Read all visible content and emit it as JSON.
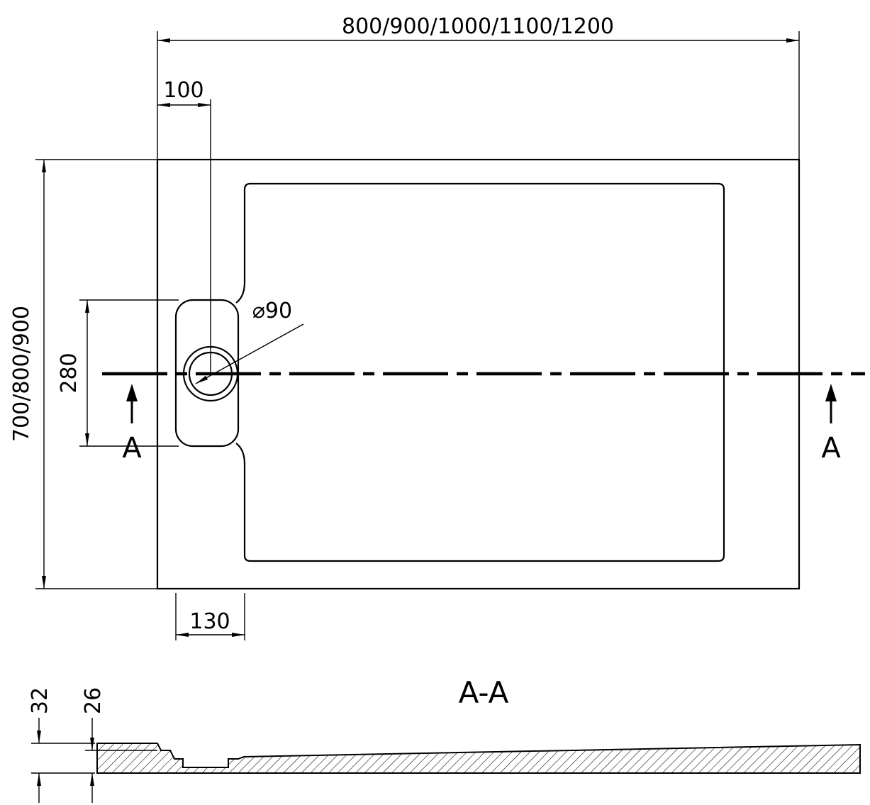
{
  "colors": {
    "ink": "#000000",
    "paper": "#ffffff"
  },
  "top_view": {
    "width_dim": "800/900/1000/1100/1200",
    "drain_offset_dim": "100",
    "depth_dim": "700/800/900",
    "pocket_length_dim": "280",
    "pocket_width_dim": "130",
    "drain_diameter": "⌀90",
    "section_marker_left": "A",
    "section_marker_right": "A"
  },
  "section_view": {
    "title": "A-A",
    "total_thickness_dim": "32",
    "inner_thickness_dim": "26"
  }
}
